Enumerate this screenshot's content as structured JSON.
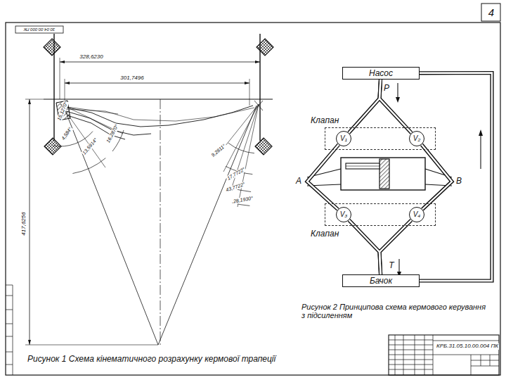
{
  "diagram": {
    "nodes": [
      {
        "text": [
          "Насос"
        ]
      },
      {
        "text": [
          "Клапан"
        ]
      },
      {
        "text": [
          "V₁"
        ],
        "in": 1
      },
      {
        "text": [
          "V₂"
        ],
        "in": 1
      },
      {
        "text": [
          "Клапан"
        ]
      },
      {
        "text": [
          "V₃"
        ],
        "in": 4
      },
      {
        "text": [
          "V₄"
        ],
        "in": 4
      },
      {
        "text": [
          "Бачок"
        ]
      }
    ],
    "edges": [
      {
        "from": 0,
        "to": 2,
        "arrow": "none"
      },
      {
        "from": 0,
        "to": 3,
        "arrow": "none"
      },
      {
        "from": 2,
        "to": 5,
        "arrow": "none"
      },
      {
        "from": 3,
        "to": 6,
        "arrow": "none"
      },
      {
        "from": 5,
        "to": 7,
        "arrow": "none"
      },
      {
        "from": 6,
        "to": 7,
        "arrow": "none"
      },
      {
        "from": 7,
        "to": 0,
        "arrow": "none"
      }
    ],
    "labels": [
      "4",
      "30.04.00.000.ПК",
      "328,6230",
      "301,7496",
      "417,6256",
      "15,1270°",
      "4,584°",
      "13,5914°",
      "16,2870°",
      "9,2811°",
      "17,7722°",
      "43,7722°",
      "28,1930°",
      "Рисунок 1 Схема кінематичного розрахунку кермової трапеції",
      "P",
      "A",
      "B",
      "T",
      "Рисунок 2 Принципова схема кермового керування з підсиленням",
      "КРБ.31.05.10.00.004 ПК"
    ]
  }
}
